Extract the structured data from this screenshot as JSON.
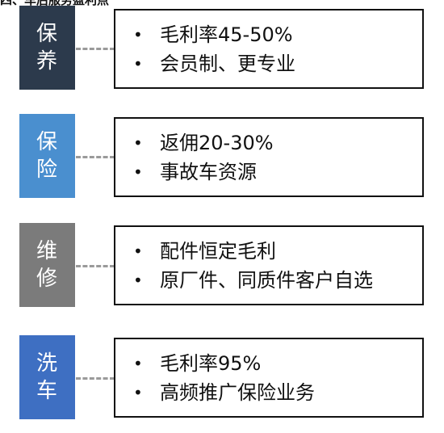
{
  "colors": {
    "baoyang": "#2c3a4c",
    "baoxian": "#4a8fcf",
    "weixiu": "#7b7b7b",
    "xiche": "#3e6fc2"
  },
  "header_fragment": "四、车后服务盈利点",
  "rows": [
    {
      "label_chars": [
        "保",
        "养"
      ],
      "bullets": [
        "毛利率45-50%",
        "会员制、更专业"
      ]
    },
    {
      "label_chars": [
        "保",
        "险"
      ],
      "bullets": [
        "返佣20-30%",
        "事故车资源"
      ]
    },
    {
      "label_chars": [
        "维",
        "修"
      ],
      "bullets": [
        "配件恒定毛利",
        "原厂件、同质件客户自选"
      ]
    },
    {
      "label_chars": [
        "洗",
        "车"
      ],
      "bullets": [
        "毛利率95%",
        "高频推广保险业务"
      ]
    }
  ]
}
